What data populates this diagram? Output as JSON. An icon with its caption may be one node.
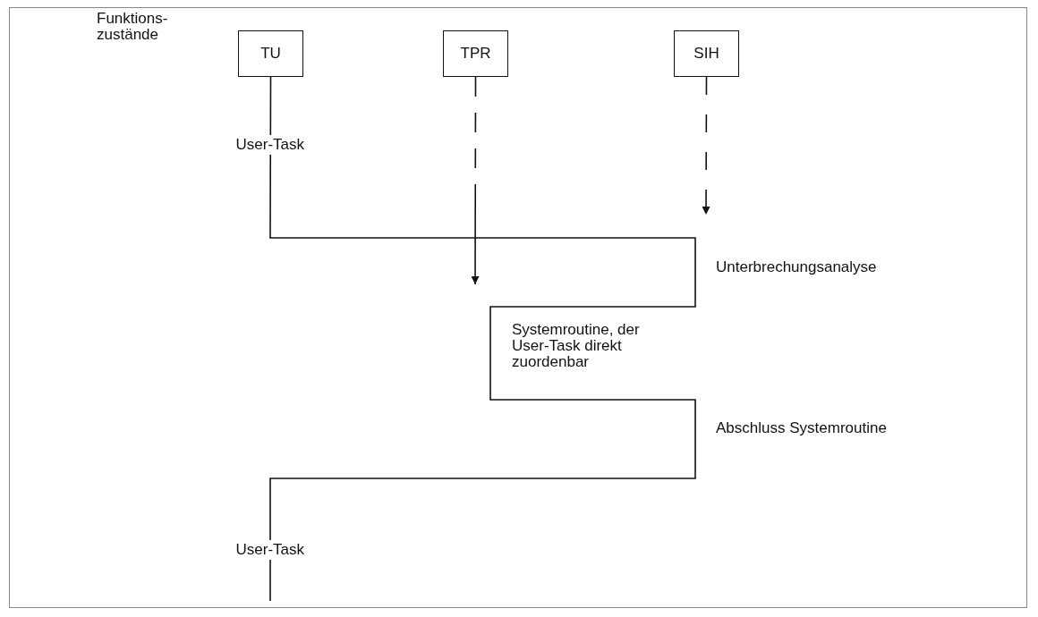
{
  "diagram": {
    "nodes": [
      {
        "text": [
          "TU"
        ]
      },
      {
        "text": [
          "TPR"
        ]
      },
      {
        "text": [
          "SIH"
        ]
      }
    ],
    "edges": [
      {
        "from": 0,
        "to": null,
        "arrow": "none",
        "label": "User-Task"
      },
      {
        "from": 1,
        "to": null,
        "arrow": "to",
        "style": "dashed"
      },
      {
        "from": 2,
        "to": null,
        "arrow": "to",
        "style": "dashed"
      }
    ],
    "labels": [
      "Funktions- zustände",
      "Unterbrechungsanalyse",
      "Systemroutine, der User-Task direkt zuordenbar",
      "Abschluss Systemroutine",
      "User-Task"
    ]
  }
}
